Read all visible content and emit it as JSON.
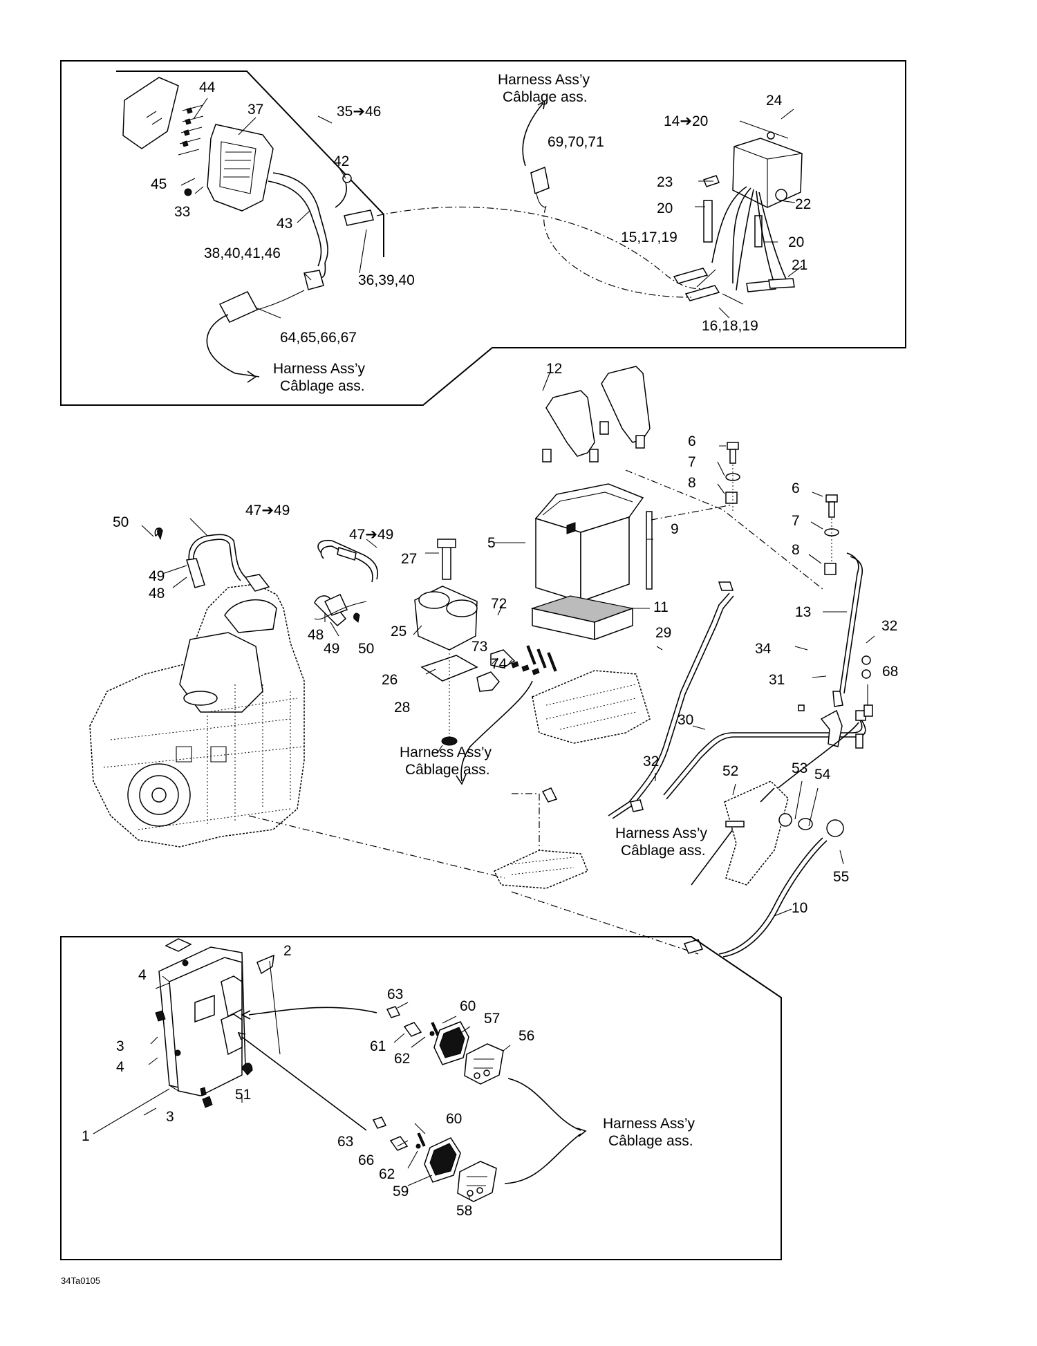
{
  "harness_label": [
    "Harness Ass’y",
    "Câblage ass."
  ],
  "reference_code": "34Ta0105",
  "callouts": {
    "c44": "44",
    "c37": "37",
    "c35_46": "35➔46",
    "c42": "42",
    "c45": "45",
    "c33": "33",
    "c43": "43",
    "c38": "38,40,41,46",
    "c36": "36,39,40",
    "c64": "64,65,66,67",
    "c69": "69,70,71",
    "c24": "24",
    "c14_20": "14➔20",
    "c23": "23",
    "c20a": "20",
    "c22": "22",
    "c20b": "20",
    "c15": "15,17,19",
    "c21": "21",
    "c16": "16,18,19",
    "c12": "12",
    "c6a": "6",
    "c7a": "7",
    "c8a": "8",
    "c6b": "6",
    "c7b": "7",
    "c8b": "8",
    "c50a": "50",
    "c47_49a": "47➔49",
    "c47_49b": "47➔49",
    "c27": "27",
    "c5": "5",
    "c9": "9",
    "c49a": "49",
    "c48a": "48",
    "c72": "72",
    "c11": "11",
    "c13": "13",
    "c32a": "32",
    "c48b": "48",
    "c49b": "49",
    "c50b": "50",
    "c25": "25",
    "c73": "73",
    "c74": "74",
    "c29": "29",
    "c34": "34",
    "c31": "31",
    "c68": "68",
    "c26": "26",
    "c28": "28",
    "c30": "30",
    "c32b": "32",
    "c52": "52",
    "c53": "53",
    "c54": "54",
    "c55": "55",
    "c10": "10",
    "c2": "2",
    "c4a": "4",
    "c63a": "63",
    "c60a": "60",
    "c57": "57",
    "c56": "56",
    "c3a": "3",
    "c61": "61",
    "c62a": "62",
    "c4b": "4",
    "c51": "51",
    "c3b": "3",
    "c1": "1",
    "c60b": "60",
    "c63b": "63",
    "c66": "66",
    "c62b": "62",
    "c59": "59",
    "c58": "58"
  }
}
